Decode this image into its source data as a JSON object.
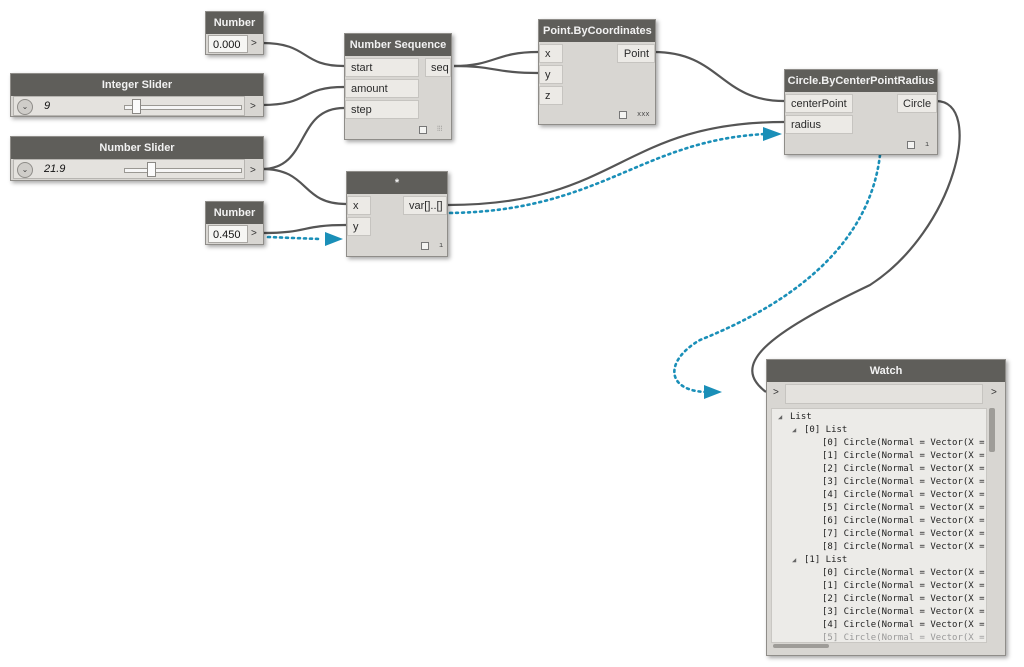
{
  "nodes": {
    "number_a": {
      "title": "Number",
      "value": "0.000",
      "arrow": ">"
    },
    "integer_slider": {
      "title": "Integer Slider",
      "value": "9",
      "arrow": ">",
      "expand": "⌄"
    },
    "number_slider": {
      "title": "Number Slider",
      "value": "21.9",
      "arrow": ">",
      "expand": "⌄"
    },
    "number_b": {
      "title": "Number",
      "value": "0.450",
      "arrow": ">"
    },
    "number_sequence": {
      "title": "Number Sequence",
      "inputs": [
        "start",
        "amount",
        "step"
      ],
      "output": "seq",
      "lacing": "⫶⫶⫶"
    },
    "multiply": {
      "title": "*",
      "inputs": [
        "x",
        "y"
      ],
      "output": "var[]..[]",
      "lacing": "ı"
    },
    "point_by_coordinates": {
      "title": "Point.ByCoordinates",
      "inputs": [
        "x",
        "y",
        "z"
      ],
      "output": "Point",
      "lacing": "xxx"
    },
    "circle_by_center": {
      "title": "Circle.ByCenterPointRadius",
      "inputs": [
        "centerPoint",
        "radius"
      ],
      "output": "Circle",
      "lacing": "ı"
    }
  },
  "watch": {
    "title": "Watch",
    "in_arrow": ">",
    "out_arrow": ">",
    "root": "List",
    "groups": [
      {
        "label": "[0] List",
        "items": [
          "[0] Circle(Normal = Vector(X =",
          "[1] Circle(Normal = Vector(X =",
          "[2] Circle(Normal = Vector(X =",
          "[3] Circle(Normal = Vector(X =",
          "[4] Circle(Normal = Vector(X =",
          "[5] Circle(Normal = Vector(X =",
          "[6] Circle(Normal = Vector(X =",
          "[7] Circle(Normal = Vector(X =",
          "[8] Circle(Normal = Vector(X ="
        ]
      },
      {
        "label": "[1] List",
        "items": [
          "[0] Circle(Normal = Vector(X =",
          "[1] Circle(Normal = Vector(X =",
          "[2] Circle(Normal = Vector(X =",
          "[3] Circle(Normal = Vector(X =",
          "[4] Circle(Normal = Vector(X =",
          "[5] Circle(Normal = Vector(X ="
        ]
      }
    ]
  },
  "colors": {
    "wire": "#555555",
    "highlight": "#1a8fb8",
    "header": "#5f5e5a",
    "node_body": "#d8d6d2"
  }
}
